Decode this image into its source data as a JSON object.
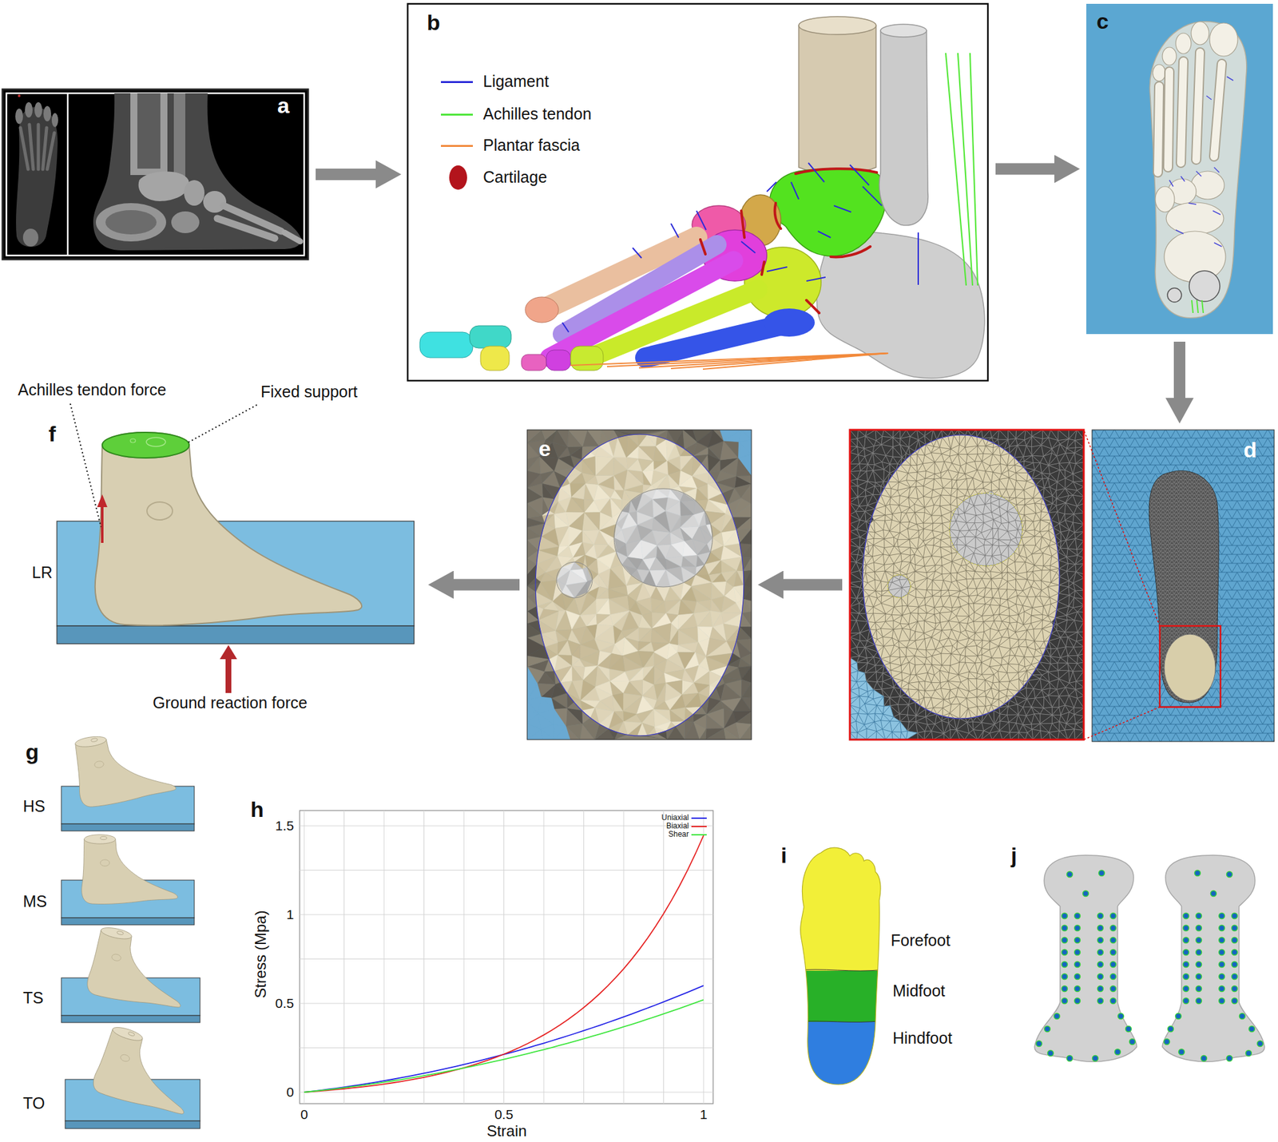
{
  "diagram": {
    "nodes": [
      {
        "text": [
          "a"
        ]
      },
      {
        "text": [
          "b"
        ]
      },
      {
        "text": [
          "c"
        ]
      },
      {
        "text": [
          "d"
        ]
      },
      {
        "text": [
          "e"
        ]
      },
      {
        "text": [
          "f"
        ]
      }
    ],
    "edges": [
      {
        "from": 0,
        "to": 1,
        "arrow": "to"
      },
      {
        "from": 1,
        "to": 2,
        "arrow": "to"
      },
      {
        "from": 2,
        "to": 3,
        "arrow": "to"
      },
      {
        "from": 3,
        "to": 4,
        "arrow": "to"
      },
      {
        "from": 4,
        "to": 5,
        "arrow": "to"
      }
    ],
    "labels": [
      "Achilles tendon force",
      "Fixed support",
      "LR",
      "Ground reaction force",
      "g",
      "HS",
      "MS",
      "TS",
      "TO",
      "h",
      "Stress (Mpa)",
      "1.5",
      "1",
      "0.5",
      "0",
      "0",
      "0.5",
      "1",
      "Strain",
      "i",
      "Forefoot",
      "Midfoot",
      "Hindfoot",
      "j"
    ],
    "legend": [
      {
        "text": "Ligament",
        "color": "#2a2ad8"
      },
      {
        "text": "Achilles tendon",
        "color": "#4ee63a"
      },
      {
        "text": "Plantar fascia",
        "color": "#f28a3c"
      },
      {
        "text": "Cartilage",
        "color": "#b3141c"
      },
      {
        "text": "Uniaxial",
        "color": "#2323e6"
      },
      {
        "text": "Biaxial",
        "color": "#e62323"
      },
      {
        "text": "Shear",
        "color": "#3ee63e"
      }
    ]
  }
}
